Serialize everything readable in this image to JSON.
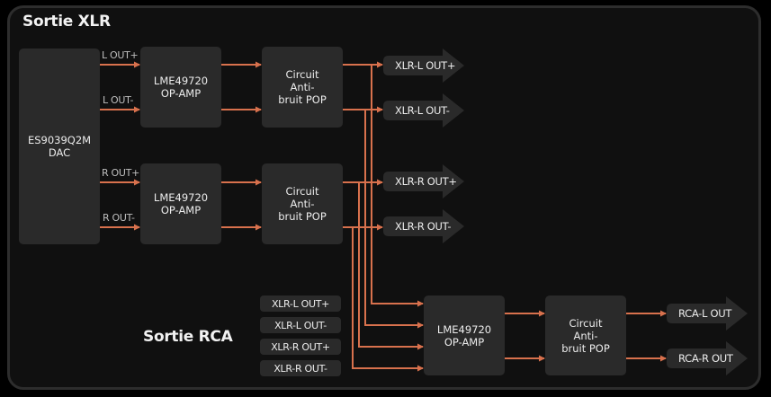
{
  "colors": {
    "wire": "#d8714d",
    "block": "#2a2a2a",
    "background": "#101010",
    "border": "#2d2d2d"
  },
  "xlr_section": {
    "title": "Sortie XLR",
    "dac": {
      "label": "ES9039Q2M\nDAC"
    },
    "signals": [
      "L OUT+",
      "L OUT-",
      "R OUT+",
      "R OUT-"
    ],
    "opamp_left": {
      "label": "LME49720\nOP-AMP"
    },
    "opamp_right": {
      "label": "LME49720\nOP-AMP"
    },
    "antipop_left": {
      "label": "Circuit\nAnti-\nbruit POP"
    },
    "antipop_right": {
      "label": "Circuit\nAnti-\nbruit POP"
    },
    "outputs": [
      "XLR-L OUT+",
      "XLR-L OUT-",
      "XLR-R OUT+",
      "XLR-R OUT-"
    ]
  },
  "rca_section": {
    "title": "Sortie RCA",
    "inputs": [
      "XLR-L OUT+",
      "XLR-L OUT-",
      "XLR-R OUT+",
      "XLR-R OUT-"
    ],
    "opamp": {
      "label": "LME49720\nOP-AMP"
    },
    "antipop": {
      "label": "Circuit\nAnti-\nbruit POP"
    },
    "outputs": [
      "RCA-L OUT",
      "RCA-R OUT"
    ]
  }
}
